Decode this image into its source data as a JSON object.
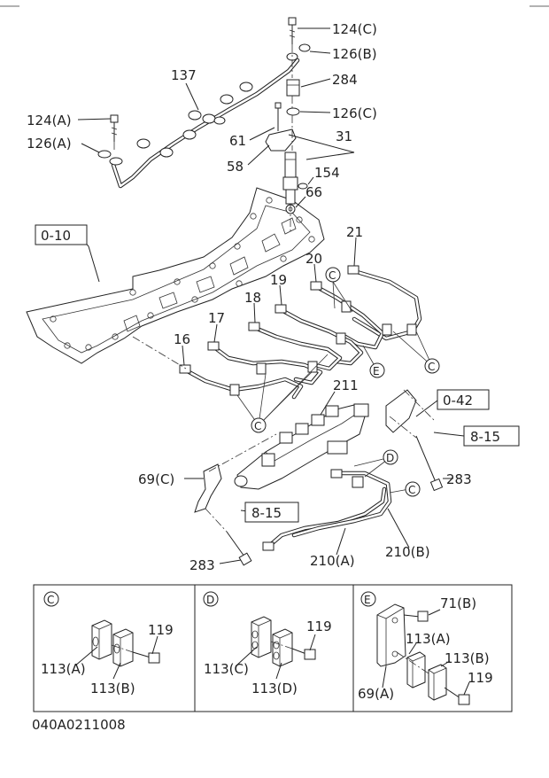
{
  "diagram": {
    "catalog_number": "040A0211008",
    "labels": {
      "l124c": "124(C)",
      "l126b": "126(B)",
      "l137": "137",
      "l284": "284",
      "l124a": "124(A)",
      "l126c": "126(C)",
      "l126a": "126(A)",
      "l61": "61",
      "l31": "31",
      "l58": "58",
      "l154": "154",
      "l66": "66",
      "l21": "21",
      "l20": "20",
      "l19": "19",
      "l18": "18",
      "l17": "17",
      "l16": "16",
      "l211": "211",
      "l69c": "69(C)",
      "l283a": "283",
      "l283b": "283",
      "l210a": "210(A)",
      "l210b": "210(B)"
    },
    "callout_circles": {
      "c1": "C",
      "c2": "C",
      "c3": "C",
      "c4": "C",
      "e1": "E",
      "d1": "D"
    },
    "reference_boxes": {
      "r010": "0-10",
      "r042": "0-42",
      "r815a": "8-15",
      "r815b": "8-15"
    },
    "detail_panels": {
      "c": {
        "key": "C",
        "labels": {
          "l119": "119",
          "l113a": "113(A)",
          "l113b": "113(B)"
        }
      },
      "d": {
        "key": "D",
        "labels": {
          "l119": "119",
          "l113c": "113(C)",
          "l113d": "113(D)"
        }
      },
      "e": {
        "key": "E",
        "labels": {
          "l71b": "71(B)",
          "l113a": "113(A)",
          "l113b": "113(B)",
          "l119": "119",
          "l69a": "69(A)"
        }
      }
    }
  }
}
